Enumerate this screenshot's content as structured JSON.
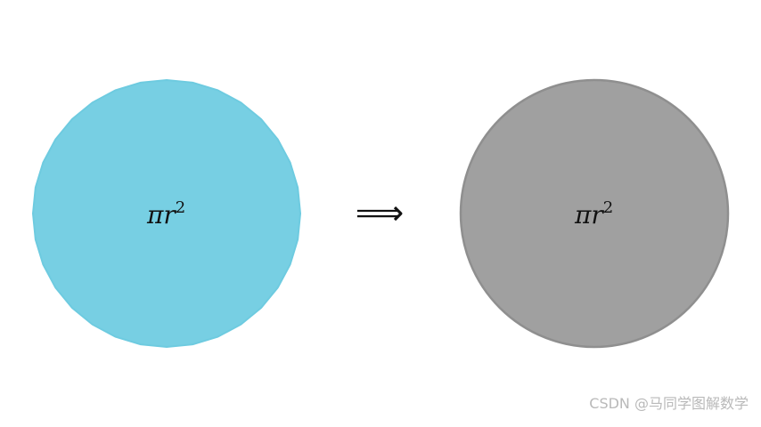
{
  "diagram": {
    "left_circle": {
      "label_base": "πr",
      "label_exponent": "2",
      "fill": "#77CFE3",
      "stroke": "#6ECBE0"
    },
    "arrow": {
      "symbol": "⟹",
      "color": "#111111"
    },
    "right_circle": {
      "label_base": "πr",
      "label_exponent": "2",
      "fill": "#A0A0A0",
      "stroke": "#8F8F8F"
    }
  },
  "watermark": {
    "text": "CSDN @马同学图解数学"
  }
}
